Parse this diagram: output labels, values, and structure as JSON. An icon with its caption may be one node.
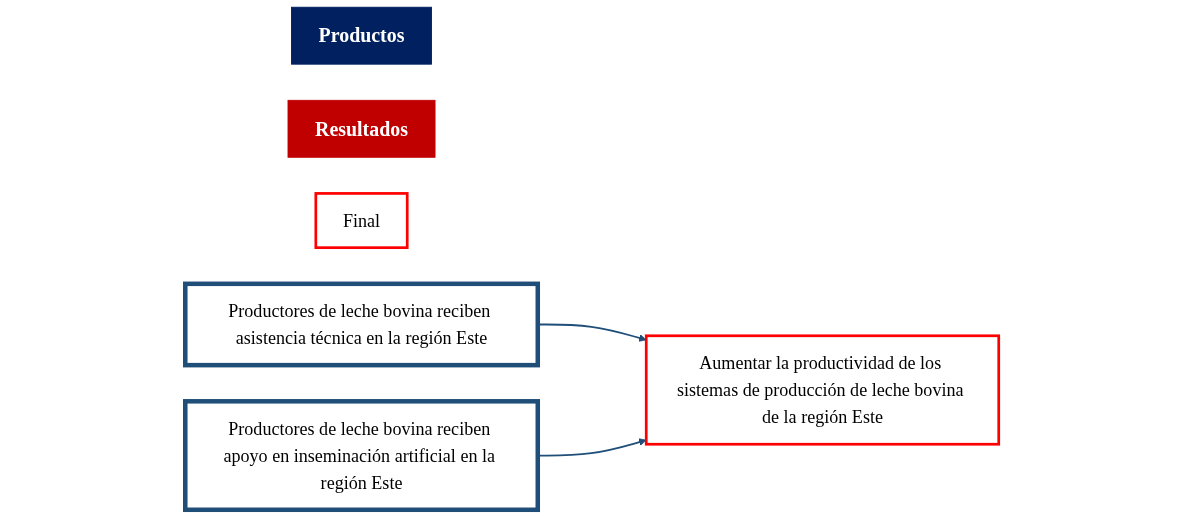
{
  "diagram": {
    "nodes": [
      {
        "text": [
          "Productos"
        ]
      },
      {
        "text": [
          "Resultados"
        ]
      },
      {
        "text": [
          "Final"
        ]
      },
      {
        "text": [
          "Productores de leche bovina reciben asistencia técnica en la región Este"
        ]
      },
      {
        "text": [
          "Productores de leche bovina reciben apoyo en inseminación artificial en la región Este"
        ]
      },
      {
        "text": [
          "Aumentar la productividad de los sistemas de producción de leche bovina de la región Este"
        ]
      }
    ],
    "edges": [
      {
        "from": 3,
        "to": 5,
        "arrow": "to"
      },
      {
        "from": 4,
        "to": 5,
        "arrow": "to"
      }
    ]
  }
}
